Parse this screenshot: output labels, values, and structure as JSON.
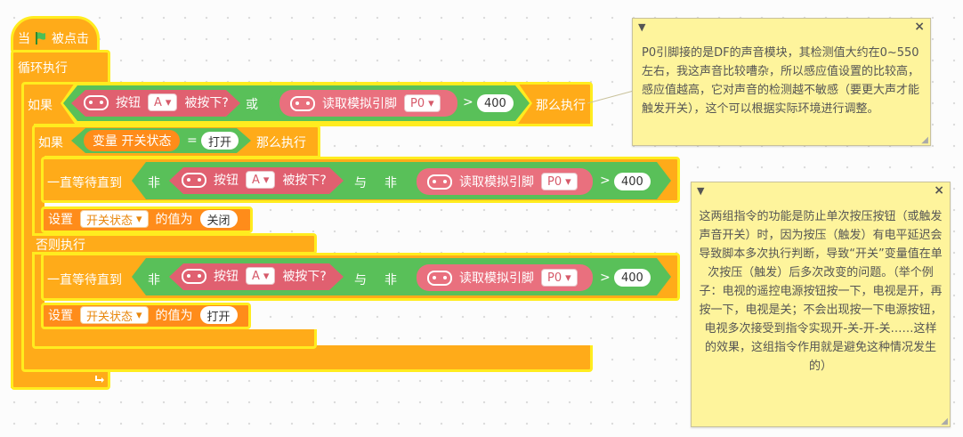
{
  "event": {
    "prefix": "当",
    "suffix": "被点击",
    "flag_icon": "green-flag-icon"
  },
  "forever": {
    "label": "循环执行",
    "loop_icon": "loop-arrow-icon"
  },
  "if1": {
    "if_label": "如果",
    "then_label": "那么执行",
    "or_label": "或",
    "button": {
      "label": "按钮",
      "value": "A",
      "pressed": "被按下?"
    },
    "read": {
      "label": "读取模拟引脚",
      "pin": "P0",
      "op": ">",
      "threshold": "400"
    }
  },
  "if2": {
    "if_label": "如果",
    "then_label": "那么执行",
    "else_label": "否则执行",
    "var": {
      "label": "变量 开关状态",
      "op": "=",
      "value": "打开"
    }
  },
  "wait1": {
    "label": "一直等待直到",
    "not_label": "非",
    "and_label": "与",
    "button": {
      "label": "按钮",
      "value": "A",
      "pressed": "被按下?"
    },
    "read": {
      "label": "读取模拟引脚",
      "pin": "P0",
      "op": ">",
      "threshold": "400"
    }
  },
  "set1": {
    "label": "设置",
    "var": "开关状态",
    "suffix": "的值为",
    "value": "关闭"
  },
  "wait2": {
    "label": "一直等待直到",
    "not_label": "非",
    "and_label": "与",
    "button": {
      "label": "按钮",
      "value": "A",
      "pressed": "被按下?"
    },
    "read": {
      "label": "读取模拟引脚",
      "pin": "P0",
      "op": ">",
      "threshold": "400"
    }
  },
  "set2": {
    "label": "设置",
    "var": "开关状态",
    "suffix": "的值为",
    "value": "打开"
  },
  "note1": {
    "text": "P0引脚接的是DF的声音模块，其检测值大约在0~550左右，我这声音比较嘈杂，所以感应值设置的比较高，感应值越高，它对声音的检测越不敏感（要更大声才能触发开关），这个可以根据实际环境进行调整。"
  },
  "note2": {
    "text": "这两组指令的功能是防止单次按压按钮（或触发声音开关）时，因为按压（触发）有电平延迟会导致脚本多次执行判断，导致“开关”变量值在单次按压（触发）后多次改变的问题。（举个例子：电视的遥控电源按钮按一下，电视是开，再按一下，电视是关；不会出现按一下电源按钮，电视多次接受到指令实现开-关-开-关……这样的效果，这组指令作用就是避免这种情况发生的）"
  },
  "colors": {
    "control": "#ffab19",
    "glow": "#ffec1f",
    "operator": "#59c059",
    "sensor": "#e9707e",
    "note": "#fef49c"
  }
}
